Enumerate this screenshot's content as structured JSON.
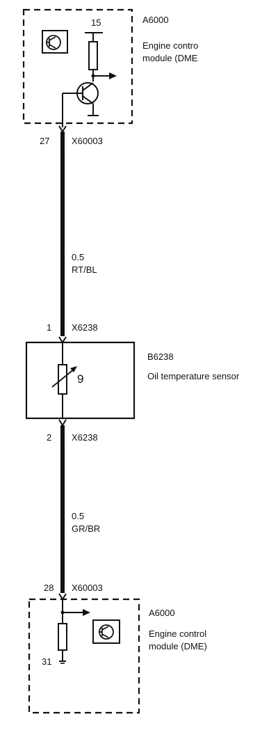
{
  "ecm_top": {
    "code": "A6000",
    "name_line1": "Engine contro",
    "name_line2": "module (DME",
    "terminal": "15",
    "pin": "27",
    "connector": "X60003"
  },
  "wire_top": {
    "size": "0.5",
    "color": "RT/BL"
  },
  "sensor": {
    "code": "B6238",
    "name": "Oil temperature sensor",
    "pin1": "1",
    "connector1": "X6238",
    "pin2": "2",
    "connector2": "X6238",
    "symbol": "9"
  },
  "wire_bottom": {
    "size": "0.5",
    "color": "GR/BR"
  },
  "ecm_bottom": {
    "code": "A6000",
    "name_line1": "Engine control",
    "name_line2": "module (DME)",
    "pin": "28",
    "connector": "X60003",
    "ground_terminal": "31"
  },
  "colors": {
    "line": "#111111",
    "background": "#ffffff"
  }
}
